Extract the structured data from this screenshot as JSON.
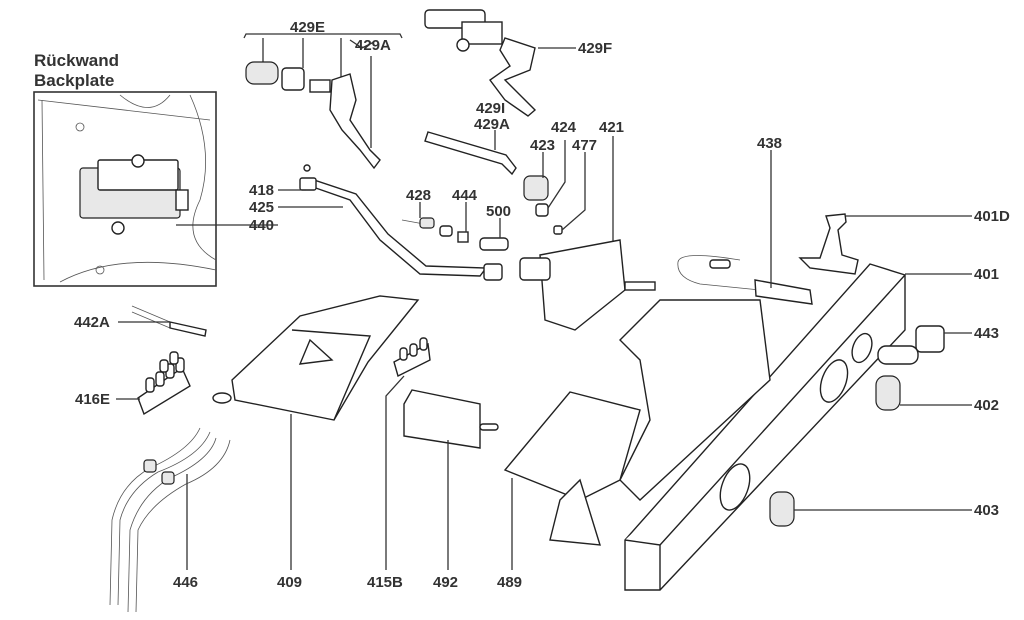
{
  "diagram": {
    "type": "exploded-parts-diagram",
    "inset": {
      "title_de": "Rückwand",
      "title_en": "Backplate"
    },
    "labels": {
      "429E": "429E",
      "429A_top": "429A",
      "429F": "429F",
      "429I": "429I",
      "429A_mid": "429A",
      "424": "424",
      "421": "421",
      "423": "423",
      "477": "477",
      "438": "438",
      "418": "418",
      "425": "425",
      "440": "440",
      "428": "428",
      "444": "444",
      "500": "500",
      "401D": "401D",
      "401": "401",
      "443": "443",
      "402": "402",
      "403": "403",
      "442A": "442A",
      "416E": "416E",
      "446": "446",
      "409": "409",
      "415B": "415B",
      "492": "492",
      "489": "489"
    },
    "colors": {
      "line": "#333333",
      "background": "#ffffff"
    }
  }
}
